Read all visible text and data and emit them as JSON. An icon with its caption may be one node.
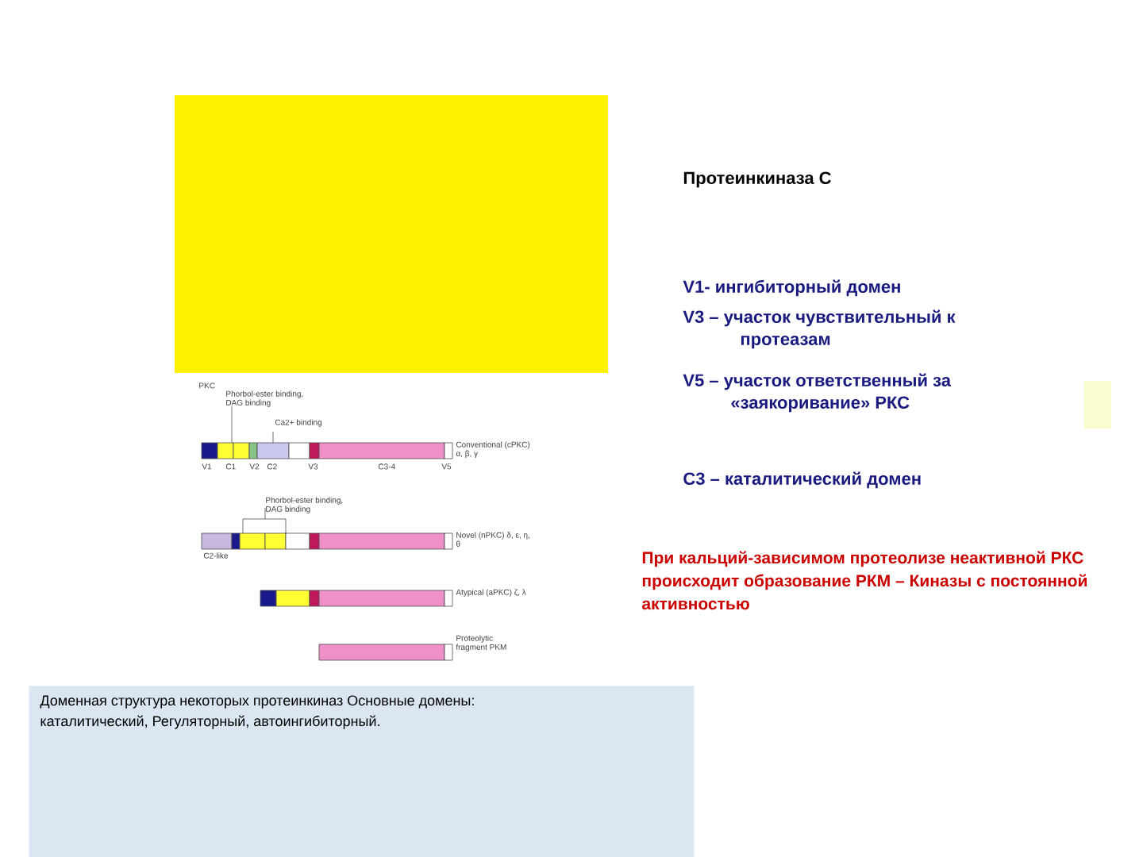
{
  "diagram": {
    "title": "Протеинкиназа С",
    "nodes": [
      {
        "text": [
          "Доменная структура некоторых протеинкиназ Основные домены: каталитический, Регуляторный, автоингибиторный."
        ]
      }
    ],
    "labels": [
      "V1- ингибиторный домен",
      "V3 – участок чувствительный к протеазам",
      "V5 – участок ответственный за «заякоривание» РКС",
      "С3 – каталитический домен",
      "PKC",
      "Phorbol-ester binding, DAG binding",
      "Ca2+ binding",
      "Conventional (cPKC) α, β, γ",
      "V1",
      "C1",
      "V2",
      "C2",
      "V3",
      "C3-4",
      "V5",
      "Phorbol-ester binding, DAG binding",
      "Novel (nPKC) δ, ε, η, θ",
      "C2-like",
      "Atypical (aPKC) ζ, λ",
      "Proteolytic fragment PKM",
      "При кальций-зависимом протеолизе неактивной РКС происходит образование РКМ – Киназы с постоянной активностью"
    ]
  }
}
